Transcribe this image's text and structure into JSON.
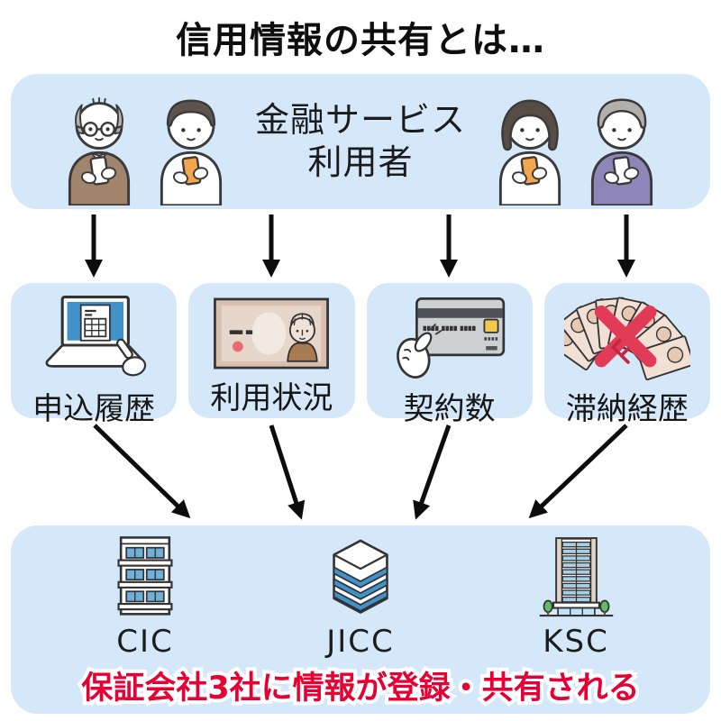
{
  "title": "信用情報の共有とは…",
  "top_box": {
    "label_line1": "金融サービス",
    "label_line2": "利用者",
    "people": [
      {
        "icon": "elderly-man-with-phone-icon",
        "hair": "#b9b2ac",
        "shirt": "#a1846c",
        "phone": "#ffffff"
      },
      {
        "icon": "young-man-with-phone-icon",
        "hair": "#5d524c",
        "shirt": "#ffffff",
        "phone": "#f4a64e"
      },
      {
        "icon": "woman-with-phone-icon",
        "hair": "#574c46",
        "shirt": "#ffffff",
        "phone": "#f4a64e"
      },
      {
        "icon": "elderly-woman-with-phone-icon",
        "hair": "#b4aeab",
        "shirt": "#8e85b8",
        "phone": "#ffffff"
      }
    ]
  },
  "info_items": [
    {
      "label": "申込履歴",
      "icon": "laptop-application-icon"
    },
    {
      "label": "利用状況",
      "icon": "banknote-icon"
    },
    {
      "label": "契約数",
      "icon": "credit-card-icon"
    },
    {
      "label": "滞納経歴",
      "icon": "overdue-money-cross-icon"
    }
  ],
  "agencies": [
    {
      "label": "CIC",
      "icon": "apartment-building-icon"
    },
    {
      "label": "JICC",
      "icon": "stacked-tower-building-icon"
    },
    {
      "label": "KSC",
      "icon": "skyscraper-building-icon"
    }
  ],
  "caption": "保証会社3社に情報が登録・共有される",
  "colors": {
    "box_bg": "#d5e8f9",
    "arrow": "#0d0d0d",
    "caption_red": "#e60033",
    "building_blue": "#4191cb"
  }
}
